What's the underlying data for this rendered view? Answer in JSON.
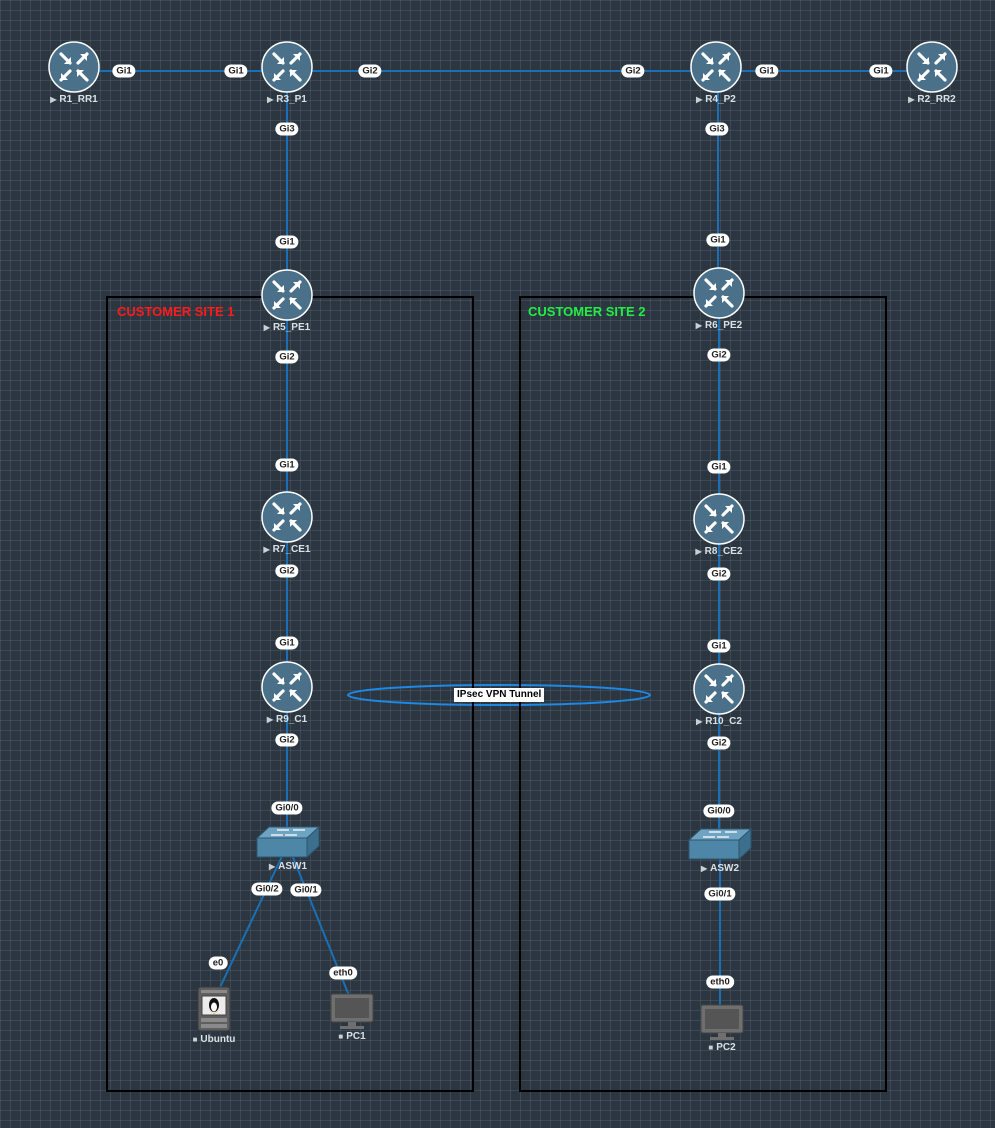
{
  "sites": {
    "site1": {
      "title": "CUSTOMER SITE 1",
      "color": "#ff1a1a"
    },
    "site2": {
      "title": "CUSTOMER SITE 2",
      "color": "#22ee44"
    }
  },
  "tunnel": {
    "label": "IPsec VPN Tunnel",
    "color": "#1e88e5"
  },
  "nodes": {
    "r1": {
      "name": "R1_RR1",
      "type": "router"
    },
    "r3": {
      "name": "R3_P1",
      "type": "router"
    },
    "r4": {
      "name": "R4_P2",
      "type": "router"
    },
    "r2": {
      "name": "R2_RR2",
      "type": "router"
    },
    "r5": {
      "name": "R5_PE1",
      "type": "router"
    },
    "r6": {
      "name": "R6_PE2",
      "type": "router"
    },
    "r7": {
      "name": "R7_CE1",
      "type": "router"
    },
    "r8": {
      "name": "R8_CE2",
      "type": "router"
    },
    "r9": {
      "name": "R9_C1",
      "type": "router"
    },
    "r10": {
      "name": "R10_C2",
      "type": "router"
    },
    "asw1": {
      "name": "ASW1",
      "type": "switch"
    },
    "asw2": {
      "name": "ASW2",
      "type": "switch"
    },
    "ubuntu": {
      "name": "Ubuntu",
      "type": "linux-server"
    },
    "pc1": {
      "name": "PC1",
      "type": "pc"
    },
    "pc2": {
      "name": "PC2",
      "type": "pc"
    }
  },
  "ports": {
    "r1_gi1": "Gi1",
    "r3_gi1": "Gi1",
    "r3_gi2": "Gi2",
    "r4_gi2": "Gi2",
    "r4_gi1": "Gi1",
    "r2_gi1": "Gi1",
    "r3_gi3": "Gi3",
    "r4_gi3": "Gi3",
    "r5_gi1": "Gi1",
    "r6_gi1": "Gi1",
    "r5_gi2": "Gi2",
    "r6_gi2": "Gi2",
    "r7_gi1": "Gi1",
    "r8_gi1": "Gi1",
    "r7_gi2": "Gi2",
    "r8_gi2": "Gi2",
    "r9_gi1": "Gi1",
    "r10_gi1": "Gi1",
    "r9_gi2": "Gi2",
    "r10_gi2": "Gi2",
    "asw1_gi00": "Gi0/0",
    "asw2_gi00": "Gi0/0",
    "asw1_gi02": "Gi0/2",
    "asw1_gi01": "Gi0/1",
    "asw2_gi01": "Gi0/1",
    "ubuntu_e0": "e0",
    "pc1_eth0": "eth0",
    "pc2_eth0": "eth0"
  },
  "colors": {
    "link": "#1a6fb5",
    "router": "#4a7189",
    "switch": "#5b8ca8",
    "pc": "#6f6f6f"
  }
}
